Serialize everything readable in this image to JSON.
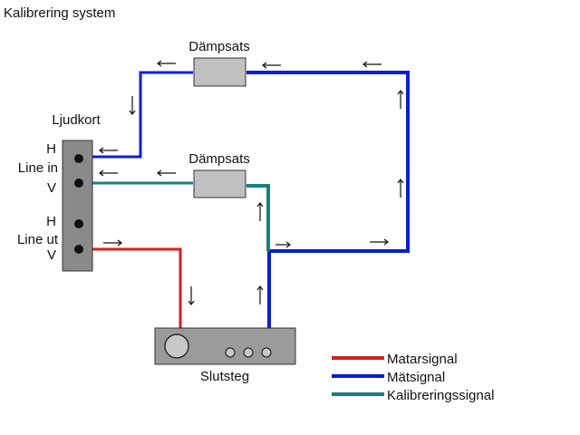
{
  "title": "Kalibrering system",
  "soundcard": {
    "label": "Ljudkort",
    "line_in": {
      "h": "H",
      "name": "Line in",
      "v": "V"
    },
    "line_out": {
      "h": "H",
      "name": "Line ut",
      "v": "V"
    }
  },
  "attenuators": [
    {
      "label": "Dämpsats"
    },
    {
      "label": "Dämpsats"
    }
  ],
  "amplifier": {
    "label": "Slutsteg"
  },
  "legend": [
    {
      "label": "Matarsignal",
      "color": "#d41f1f"
    },
    {
      "label": "Mätsignal",
      "color": "#0a1ed6"
    },
    {
      "label": "Kalibreringssignal",
      "color": "#1a7f7f"
    }
  ],
  "colors": {
    "feed": "#d41f1f",
    "measure": "#0a1ed6",
    "calibration": "#1a7f7f",
    "box_fill": "#c0c0c0",
    "card_fill": "#8a8a8a",
    "amp_fill": "#9a9a9a"
  }
}
